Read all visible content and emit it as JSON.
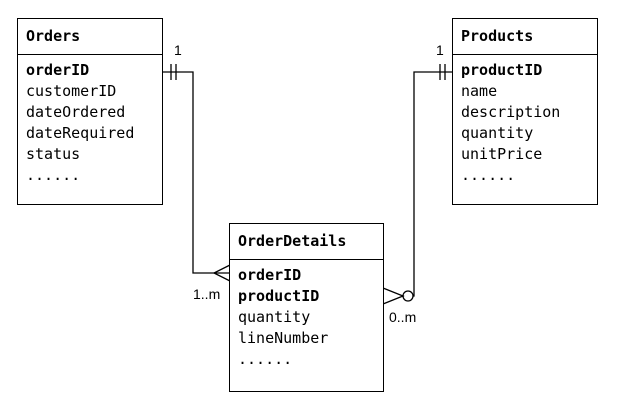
{
  "entities": {
    "orders": {
      "title": "Orders",
      "attributes": [
        {
          "text": "orderID",
          "pk": true
        },
        {
          "text": "customerID",
          "pk": false
        },
        {
          "text": "dateOrdered",
          "pk": false
        },
        {
          "text": "dateRequired",
          "pk": false
        },
        {
          "text": "status",
          "pk": false
        },
        {
          "text": "......",
          "pk": false
        }
      ]
    },
    "products": {
      "title": "Products",
      "attributes": [
        {
          "text": "productID",
          "pk": true
        },
        {
          "text": "name",
          "pk": false
        },
        {
          "text": "description",
          "pk": false
        },
        {
          "text": "quantity",
          "pk": false
        },
        {
          "text": "unitPrice",
          "pk": false
        },
        {
          "text": "......",
          "pk": false
        }
      ]
    },
    "order_details": {
      "title": "OrderDetails",
      "attributes": [
        {
          "text": "orderID",
          "pk": true
        },
        {
          "text": "productID",
          "pk": true
        },
        {
          "text": "quantity",
          "pk": false
        },
        {
          "text": "lineNumber",
          "pk": false
        },
        {
          "text": "......",
          "pk": false
        }
      ]
    }
  },
  "relationships": [
    {
      "from": "Orders",
      "to": "OrderDetails",
      "from_multiplicity": "1",
      "to_multiplicity": "1..m"
    },
    {
      "from": "Products",
      "to": "OrderDetails",
      "from_multiplicity": "1",
      "to_multiplicity": "0..m"
    }
  ]
}
